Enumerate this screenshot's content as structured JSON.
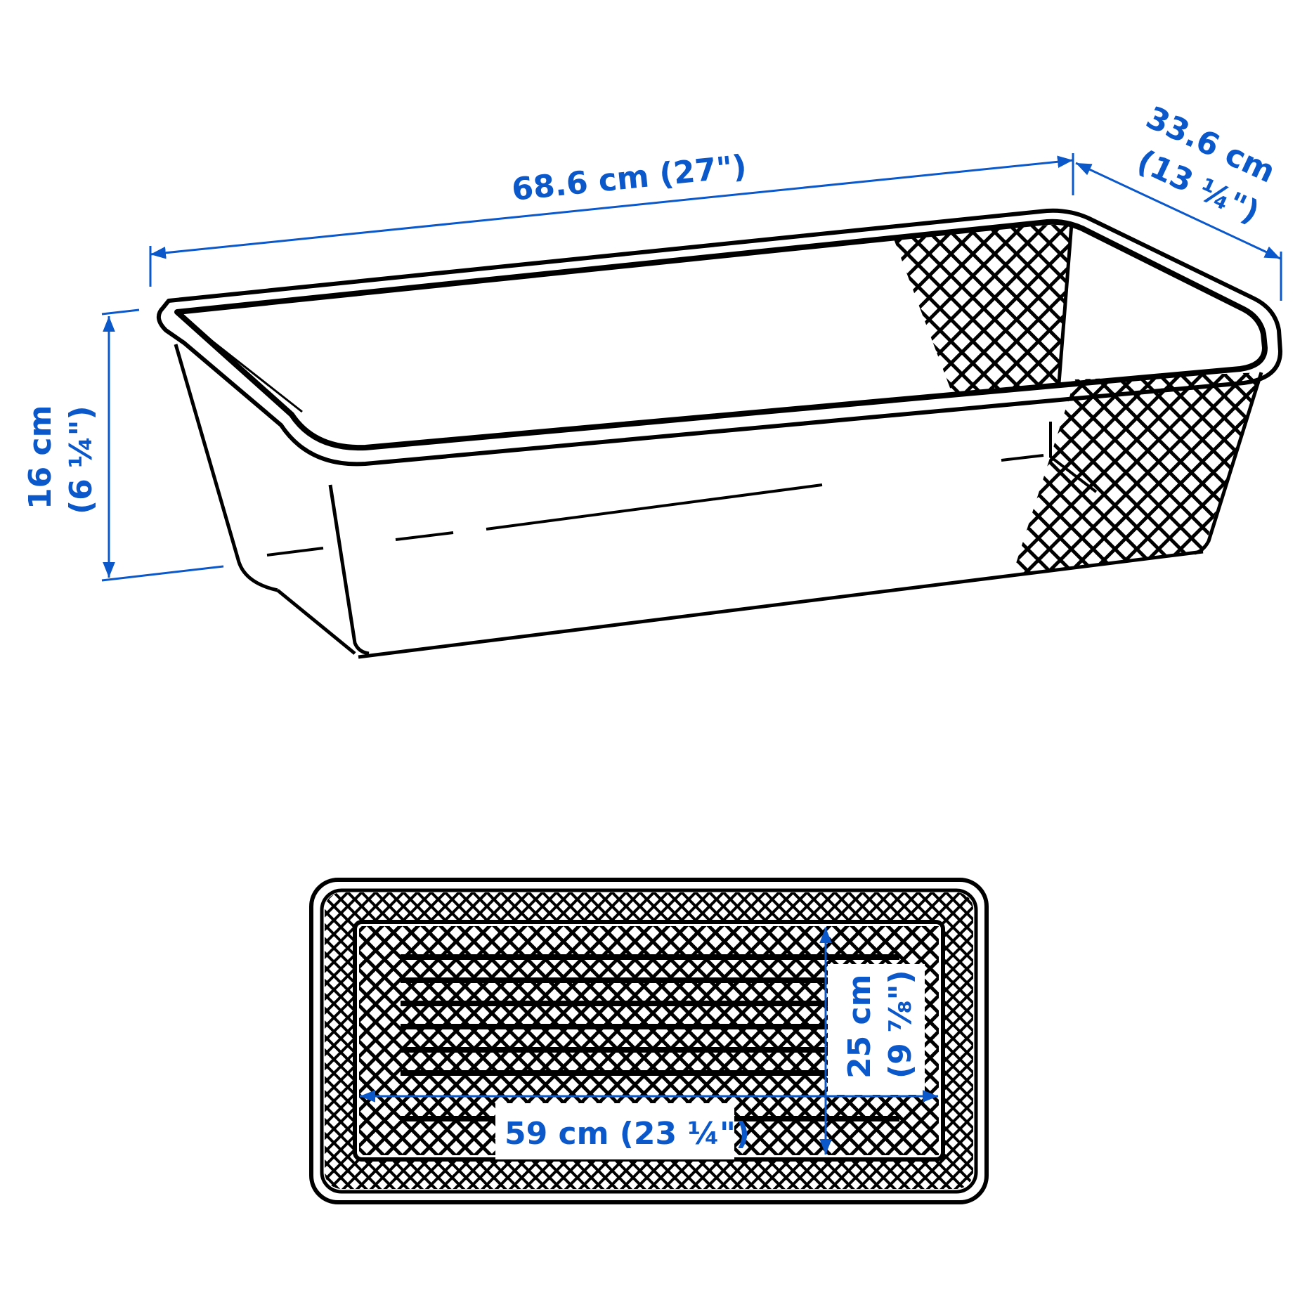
{
  "colors": {
    "dimension": "#0A58CA",
    "line": "#000000",
    "background": "#ffffff"
  },
  "views": {
    "perspective": {
      "label": "perspective-view",
      "dimensions": {
        "width": {
          "metric": "68.6 cm",
          "imperial": "(27\")",
          "text": "68.6 cm (27\")"
        },
        "depth": {
          "metric": "33.6 cm",
          "imperial": "(13 ¼\")"
        },
        "height": {
          "metric": "16 cm",
          "imperial": "(6 ¼\")"
        }
      }
    },
    "top": {
      "label": "top-view",
      "dimensions": {
        "inner_length": {
          "metric": "59 cm",
          "imperial": "(23 ¼\")",
          "text": "59 cm (23 ¼\")"
        },
        "inner_width": {
          "metric": "25 cm",
          "imperial": "(9 ⅞\")"
        }
      }
    }
  }
}
